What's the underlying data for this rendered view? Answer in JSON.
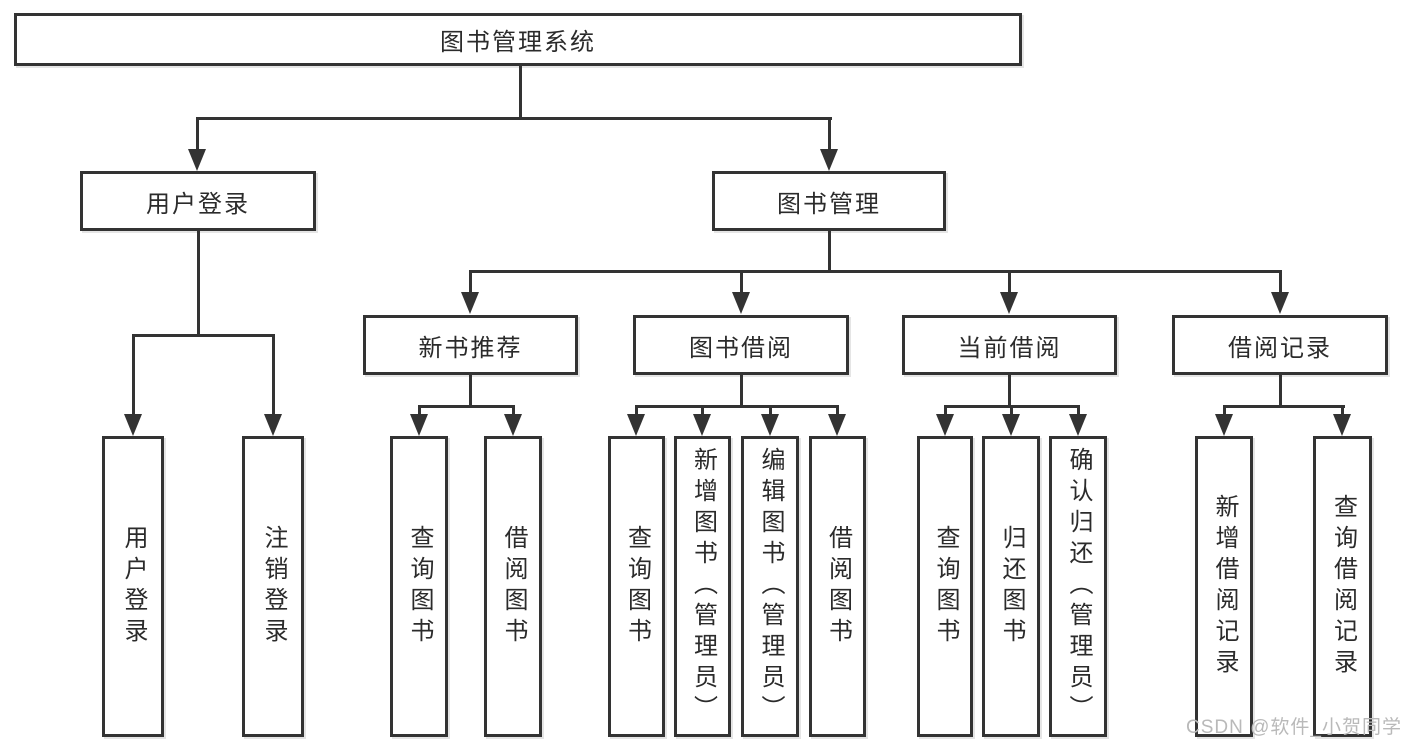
{
  "diagram": {
    "root": {
      "label": "图书管理系统"
    },
    "branches": [
      {
        "label": "用户登录",
        "children": [
          {
            "label": "用户登录"
          },
          {
            "label": "注销登录"
          }
        ]
      },
      {
        "label": "图书管理",
        "children": [
          {
            "label": "新书推荐",
            "children": [
              {
                "label": "查询图书"
              },
              {
                "label": "借阅图书"
              }
            ]
          },
          {
            "label": "图书借阅",
            "children": [
              {
                "label": "查询图书"
              },
              {
                "label": "新增图书（管理员）"
              },
              {
                "label": "编辑图书（管理员）"
              },
              {
                "label": "借阅图书"
              }
            ]
          },
          {
            "label": "当前借阅",
            "children": [
              {
                "label": "查询图书"
              },
              {
                "label": "归还图书"
              },
              {
                "label": "确认归还（管理员）"
              }
            ]
          },
          {
            "label": "借阅记录",
            "children": [
              {
                "label": "新增借阅记录"
              },
              {
                "label": "查询借阅记录"
              }
            ]
          }
        ]
      }
    ],
    "colors": {
      "line": "#333333",
      "text": "#2b2b2b",
      "background": "#ffffff",
      "watermark": "#b9b9b9"
    }
  },
  "watermark": {
    "text": "CSDN @软件_小贺同学"
  }
}
